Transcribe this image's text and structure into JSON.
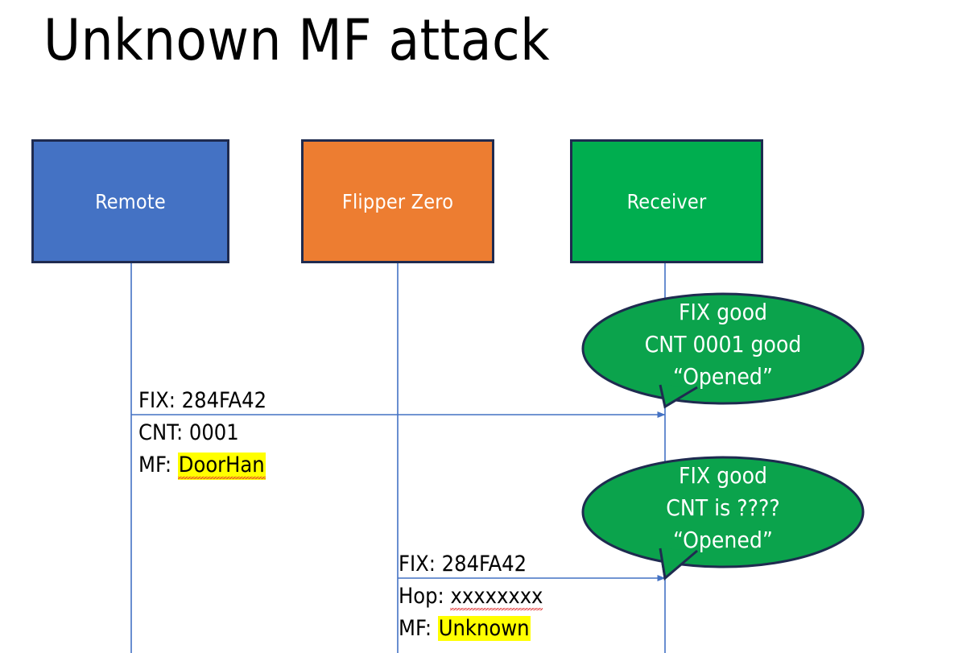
{
  "slide": {
    "title": "Unknown MF attack",
    "background_color": "#FFFFFF"
  },
  "colors": {
    "remote_fill": "#4472C4",
    "flipper_fill": "#ED7D31",
    "receiver_fill": "#00AE4F",
    "box_border": "#1F2B50",
    "callout_fill": "#0BA34C",
    "callout_border": "#1F2B50",
    "lifeline": "#4472C4",
    "arrow": "#4472C4",
    "highlight": "#FFFF00",
    "text_dark": "#000000",
    "text_light": "#FFFFFF"
  },
  "actors": [
    {
      "id": "remote",
      "label": "Remote"
    },
    {
      "id": "flipper",
      "label": "Flipper Zero"
    },
    {
      "id": "receiver",
      "label": "Receiver"
    }
  ],
  "messages": [
    {
      "id": "msg1",
      "from": "remote",
      "to": "receiver",
      "line1": "FIX: 284FA42",
      "line2": "CNT: 0001",
      "line3_prefix": "MF: ",
      "line3_value": "DoorHan",
      "line3_highlighted": true,
      "line3_spellcheck_underline": true
    },
    {
      "id": "msg2",
      "from": "flipper",
      "to": "receiver",
      "line1": "FIX: 284FA42",
      "line2_prefix": "Hop: ",
      "line2_value": "xxxxxxxx",
      "line2_spellcheck_underline": true,
      "line3_prefix": "MF: ",
      "line3_value": "Unknown",
      "line3_highlighted": true,
      "line3_spellcheck_underline": false
    }
  ],
  "callouts": [
    {
      "id": "callout1",
      "line1": "FIX good",
      "line2": "CNT 0001 good",
      "line3": "“Opened”"
    },
    {
      "id": "callout2",
      "line1": "FIX good",
      "line2": "CNT is ????",
      "line3": "“Opened”"
    }
  ]
}
